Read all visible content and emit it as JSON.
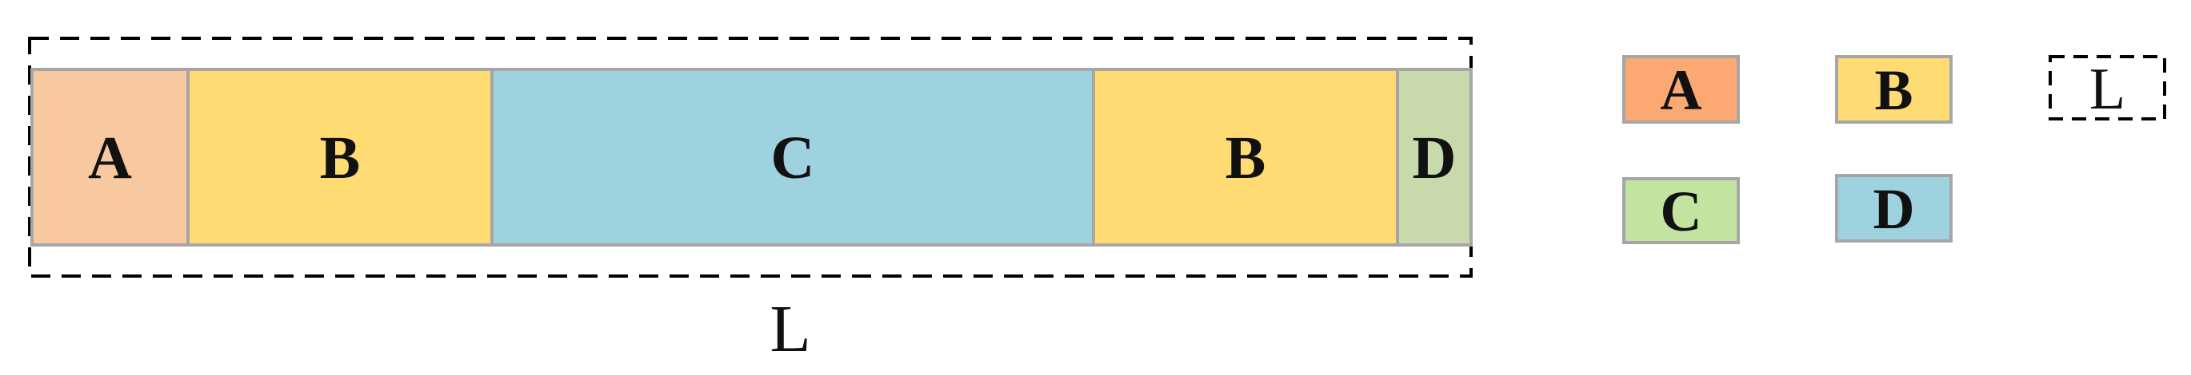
{
  "strip": {
    "segments": [
      {
        "label": "A",
        "color": "#F8C9A1"
      },
      {
        "label": "B",
        "color": "#FEDC73"
      },
      {
        "label": "C",
        "color": "#9ED2DE"
      },
      {
        "label": "B",
        "color": "#FEDC73"
      },
      {
        "label": "D",
        "color": "#C8DAAB"
      }
    ],
    "dimension_label": "L"
  },
  "legend": {
    "items": [
      {
        "label": "A",
        "color": "#FCA872"
      },
      {
        "label": "B",
        "color": "#FEDC73"
      },
      {
        "label": "L",
        "color": "#FFFFFF",
        "style": "dashed"
      },
      {
        "label": "C",
        "color": "#C3E4A1"
      },
      {
        "label": "D",
        "color": "#9ED2DE"
      }
    ]
  },
  "colors": {
    "outline": "#A6A6A6",
    "dashed_border": "#000000",
    "text": "#111111"
  }
}
